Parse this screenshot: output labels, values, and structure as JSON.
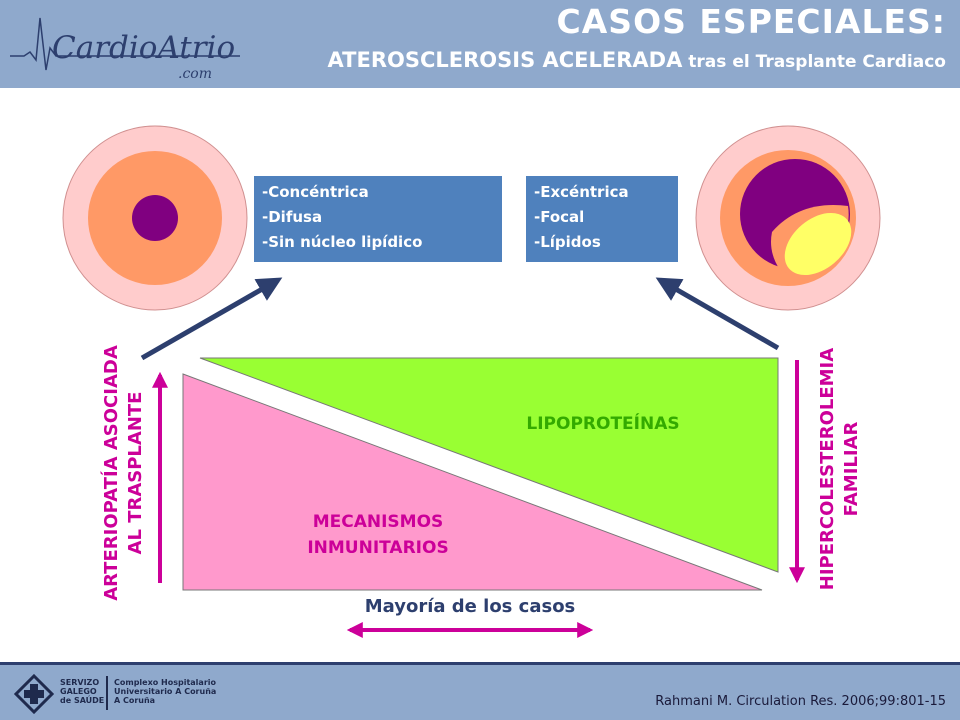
{
  "header": {
    "title": "CASOS ESPECIALES:",
    "subtitle_main": "ATEROSCLEROSIS ACELERADA",
    "subtitle_rest": " tras el Trasplante Cardiaco"
  },
  "logo": {
    "name": "CardioAtrio",
    "suffix": ".com"
  },
  "boxes": {
    "left": {
      "lines": [
        "-Concéntrica",
        "-Difusa",
        "-Sin núcleo lipídico"
      ]
    },
    "right": {
      "lines": [
        "-Excéntrica",
        "-Focal",
        "-Lípidos"
      ]
    }
  },
  "regions": {
    "green_label": "LIPOPROTEÍNAS",
    "pink_label_1": "MECANISMOS",
    "pink_label_2": "INMUNITARIOS"
  },
  "side_labels": {
    "left_1": "ARTERIOPATÍA ASOCIADA",
    "left_2": "AL TRASPLANTE",
    "right_1": "HIPERCOLESTEROLEMIA",
    "right_2": "FAMILIAR"
  },
  "bottom_label": "Mayoría de los casos",
  "footer": {
    "citation": "Rahmani M. Circulation Res. 2006;99:801-15",
    "org_1": [
      "SERVIZO",
      "GALEGO",
      "de SAÚDE"
    ],
    "org_2": [
      "Complexo Hospitalario",
      "Universitario A Coruña",
      "A Coruña"
    ]
  },
  "colors": {
    "header_bg": "#8fa9cc",
    "box_blue": "#4f81bd",
    "green": "#99ff33",
    "pink": "#ff99cc",
    "magenta_text": "#cc0099",
    "green_text": "#33aa00",
    "navy": "#2d3f6e",
    "arrow_purple": "#cc0099"
  }
}
